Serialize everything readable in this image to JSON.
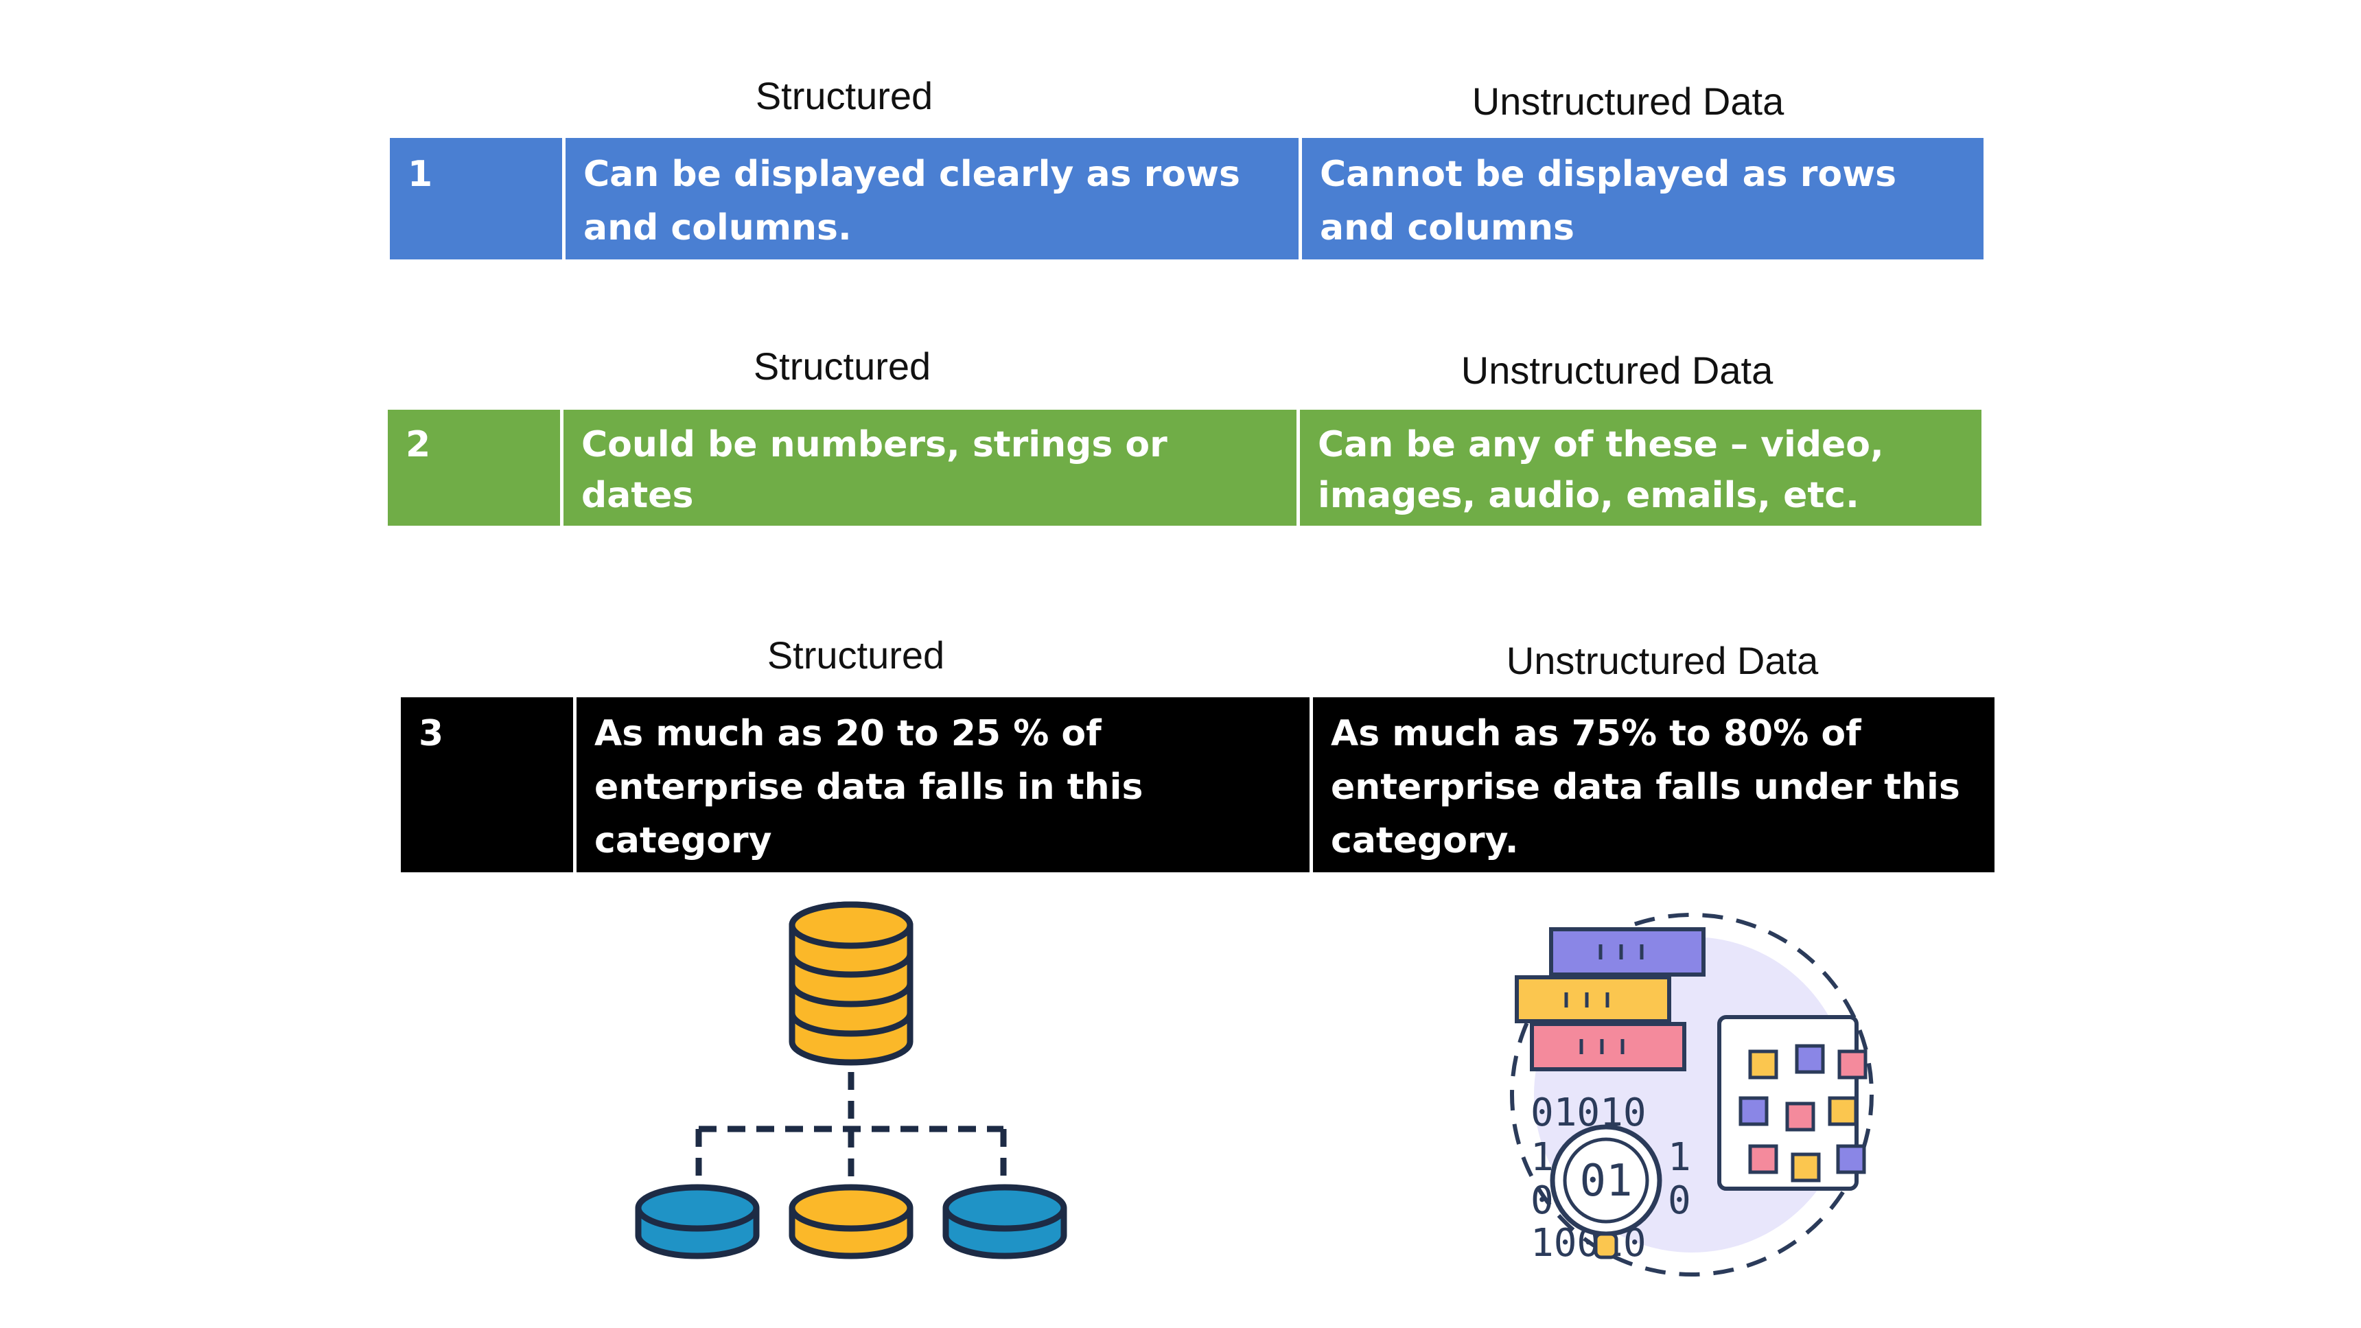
{
  "sections": [
    {
      "structured_heading": "Structured",
      "unstructured_heading": "Unstructured Data",
      "number": "1",
      "structured_text": "Can be displayed clearly as rows and columns.",
      "unstructured_text": "Cannot be displayed as rows and columns",
      "color": "#4a7fd2"
    },
    {
      "structured_heading": "Structured",
      "unstructured_heading": "Unstructured Data",
      "number": "2",
      "structured_text": "Could be numbers, strings or dates",
      "unstructured_text": "Can be any of these – video, images, audio, emails, etc.",
      "color": "#70ad47"
    },
    {
      "structured_heading": "Structured",
      "unstructured_heading": "Unstructured Data",
      "number": "3",
      "structured_text": "As much as 20 to 25 % of enterprise data falls in this category",
      "unstructured_text": "As much as 75% to 80% of enterprise data falls under this category.",
      "color": "#000000"
    }
  ],
  "illustrations": {
    "structured_icon": "database-hierarchy-icon",
    "unstructured_icon": "unstructured-data-icon",
    "binary_rows": [
      "01010",
      "1",
      "0",
      "10010"
    ],
    "lens_text": "01"
  },
  "palette": {
    "yellow": "#fbb829",
    "blue": "#1f93c6",
    "navy": "#2b3b5a",
    "purple": "#7c7bdc",
    "pink": "#f06f84",
    "lavender": "#e5e3fb"
  }
}
